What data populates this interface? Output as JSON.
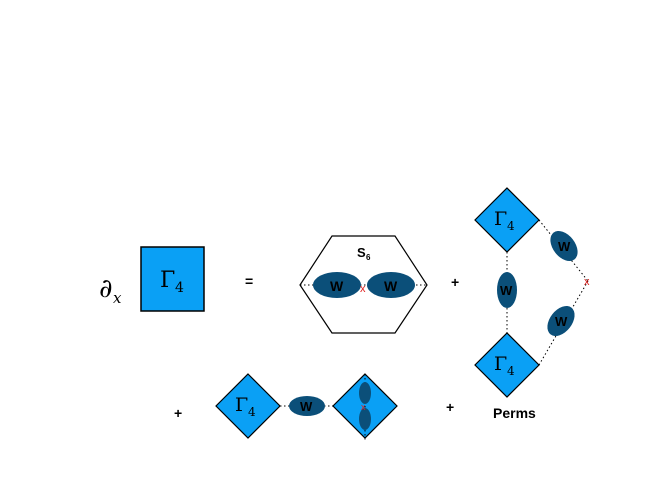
{
  "equation": {
    "derivative": "∂",
    "derivative_sub": "x",
    "lhs_gamma": "Γ",
    "lhs_gamma_sub": "4",
    "equals": "=",
    "plus": "+",
    "hexagon_label": "S",
    "hexagon_label_sub": "6",
    "w_label": "W",
    "cross": "x",
    "gamma": "Γ",
    "gamma_sub": "4",
    "perms_label": "Perms"
  },
  "colors": {
    "box_fill": "#0aa0f5",
    "ellipse_fill": "#0b4f79",
    "cross": "#e0201e",
    "stroke": "#000000"
  }
}
